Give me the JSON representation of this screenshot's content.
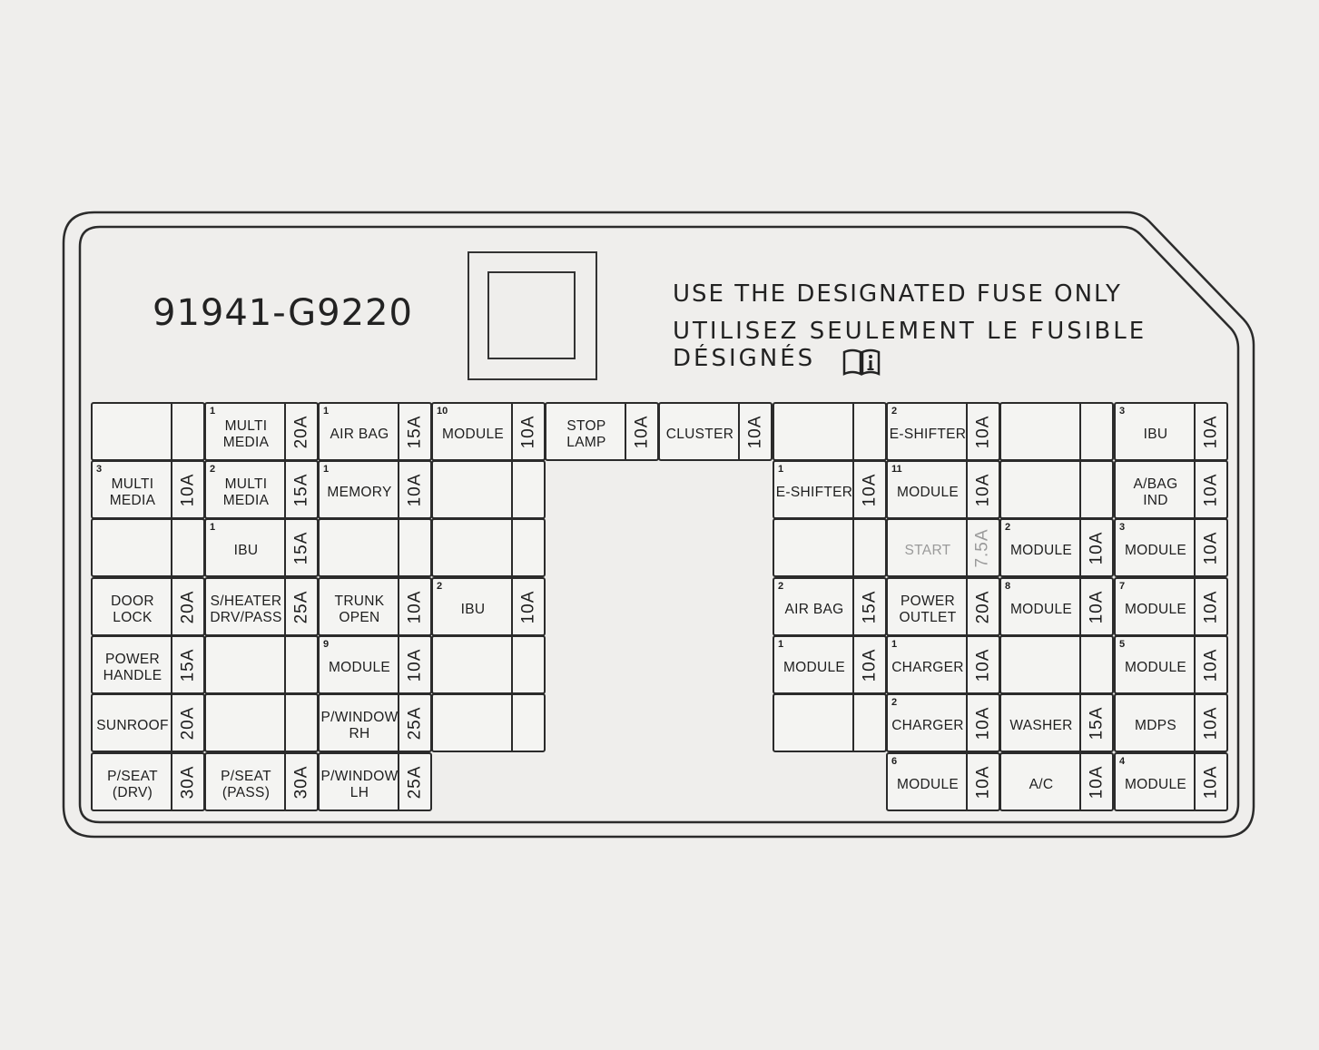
{
  "panel": {
    "part_number": "91941-G9220",
    "notice_en": "USE THE DESIGNATED FUSE ONLY",
    "notice_fr_line1": "UTILISEZ SEULEMENT LE FUSIBLE",
    "notice_fr_line2": "DÉSIGNÉS",
    "manual_icon": "manual-info-icon"
  },
  "fuses": [
    {
      "col": 0,
      "row": 0,
      "num": "",
      "name": "",
      "amp": ""
    },
    {
      "col": 1,
      "row": 0,
      "num": "1",
      "name": "MULTI\nMEDIA",
      "amp": "20A"
    },
    {
      "col": 2,
      "row": 0,
      "num": "1",
      "name": "AIR BAG",
      "amp": "15A"
    },
    {
      "col": 3,
      "row": 0,
      "num": "10",
      "name": "MODULE",
      "amp": "10A"
    },
    {
      "col": 4,
      "row": 0,
      "num": "",
      "name": "STOP\nLAMP",
      "amp": "10A"
    },
    {
      "col": 5,
      "row": 0,
      "num": "",
      "name": "CLUSTER",
      "amp": "10A"
    },
    {
      "col": 6,
      "row": 0,
      "num": "",
      "name": "",
      "amp": ""
    },
    {
      "col": 7,
      "row": 0,
      "num": "2",
      "name": "E-SHIFTER",
      "amp": "10A"
    },
    {
      "col": 8,
      "row": 0,
      "num": "",
      "name": "",
      "amp": ""
    },
    {
      "col": 9,
      "row": 0,
      "num": "3",
      "name": "IBU",
      "amp": "10A"
    },
    {
      "col": 0,
      "row": 1,
      "num": "3",
      "name": "MULTI\nMEDIA",
      "amp": "10A"
    },
    {
      "col": 1,
      "row": 1,
      "num": "2",
      "name": "MULTI\nMEDIA",
      "amp": "15A"
    },
    {
      "col": 2,
      "row": 1,
      "num": "1",
      "name": "MEMORY",
      "amp": "10A"
    },
    {
      "col": 3,
      "row": 1,
      "num": "",
      "name": "",
      "amp": ""
    },
    {
      "col": 6,
      "row": 1,
      "num": "1",
      "name": "E-SHIFTER",
      "amp": "10A"
    },
    {
      "col": 7,
      "row": 1,
      "num": "11",
      "name": "MODULE",
      "amp": "10A"
    },
    {
      "col": 8,
      "row": 1,
      "num": "",
      "name": "",
      "amp": ""
    },
    {
      "col": 9,
      "row": 1,
      "num": "",
      "name": "A/BAG\nIND",
      "amp": "10A"
    },
    {
      "col": 0,
      "row": 2,
      "num": "",
      "name": "",
      "amp": ""
    },
    {
      "col": 1,
      "row": 2,
      "num": "1",
      "name": "IBU",
      "amp": "15A"
    },
    {
      "col": 2,
      "row": 2,
      "num": "",
      "name": "",
      "amp": ""
    },
    {
      "col": 3,
      "row": 2,
      "num": "",
      "name": "",
      "amp": ""
    },
    {
      "col": 6,
      "row": 2,
      "num": "",
      "name": "",
      "amp": ""
    },
    {
      "col": 7,
      "row": 2,
      "num": "",
      "name": "START",
      "amp": "7.5A",
      "dim": true
    },
    {
      "col": 8,
      "row": 2,
      "num": "2",
      "name": "MODULE",
      "amp": "10A"
    },
    {
      "col": 9,
      "row": 2,
      "num": "3",
      "name": "MODULE",
      "amp": "10A"
    },
    {
      "col": 0,
      "row": 3,
      "num": "",
      "name": "DOOR\nLOCK",
      "amp": "20A"
    },
    {
      "col": 1,
      "row": 3,
      "num": "",
      "name": "S/HEATER\nDRV/PASS",
      "amp": "25A"
    },
    {
      "col": 2,
      "row": 3,
      "num": "",
      "name": "TRUNK\nOPEN",
      "amp": "10A"
    },
    {
      "col": 3,
      "row": 3,
      "num": "2",
      "name": "IBU",
      "amp": "10A"
    },
    {
      "col": 6,
      "row": 3,
      "num": "2",
      "name": "AIR BAG",
      "amp": "15A"
    },
    {
      "col": 7,
      "row": 3,
      "num": "",
      "name": "POWER\nOUTLET",
      "amp": "20A"
    },
    {
      "col": 8,
      "row": 3,
      "num": "8",
      "name": "MODULE",
      "amp": "10A"
    },
    {
      "col": 9,
      "row": 3,
      "num": "7",
      "name": "MODULE",
      "amp": "10A"
    },
    {
      "col": 0,
      "row": 4,
      "num": "",
      "name": "POWER\nHANDLE",
      "amp": "15A"
    },
    {
      "col": 1,
      "row": 4,
      "num": "",
      "name": "",
      "amp": ""
    },
    {
      "col": 2,
      "row": 4,
      "num": "9",
      "name": "MODULE",
      "amp": "10A"
    },
    {
      "col": 3,
      "row": 4,
      "num": "",
      "name": "",
      "amp": ""
    },
    {
      "col": 6,
      "row": 4,
      "num": "1",
      "name": "MODULE",
      "amp": "10A"
    },
    {
      "col": 7,
      "row": 4,
      "num": "1",
      "name": "CHARGER",
      "amp": "10A"
    },
    {
      "col": 8,
      "row": 4,
      "num": "",
      "name": "",
      "amp": ""
    },
    {
      "col": 9,
      "row": 4,
      "num": "5",
      "name": "MODULE",
      "amp": "10A"
    },
    {
      "col": 0,
      "row": 5,
      "num": "",
      "name": "SUNROOF",
      "amp": "20A"
    },
    {
      "col": 1,
      "row": 5,
      "num": "",
      "name": "",
      "amp": ""
    },
    {
      "col": 2,
      "row": 5,
      "num": "",
      "name": "P/WINDOW\nRH",
      "amp": "25A"
    },
    {
      "col": 3,
      "row": 5,
      "num": "",
      "name": "",
      "amp": ""
    },
    {
      "col": 6,
      "row": 5,
      "num": "",
      "name": "",
      "amp": ""
    },
    {
      "col": 7,
      "row": 5,
      "num": "2",
      "name": "CHARGER",
      "amp": "10A"
    },
    {
      "col": 8,
      "row": 5,
      "num": "",
      "name": "WASHER",
      "amp": "15A"
    },
    {
      "col": 9,
      "row": 5,
      "num": "",
      "name": "MDPS",
      "amp": "10A"
    },
    {
      "col": 0,
      "row": 6,
      "num": "",
      "name": "P/SEAT\n(DRV)",
      "amp": "30A"
    },
    {
      "col": 1,
      "row": 6,
      "num": "",
      "name": "P/SEAT\n(PASS)",
      "amp": "30A"
    },
    {
      "col": 2,
      "row": 6,
      "num": "",
      "name": "P/WINDOW\nLH",
      "amp": "25A"
    },
    {
      "col": 7,
      "row": 6,
      "num": "6",
      "name": "MODULE",
      "amp": "10A"
    },
    {
      "col": 8,
      "row": 6,
      "num": "",
      "name": "A/C",
      "amp": "10A"
    },
    {
      "col": 9,
      "row": 6,
      "num": "4",
      "name": "MODULE",
      "amp": "10A"
    }
  ]
}
